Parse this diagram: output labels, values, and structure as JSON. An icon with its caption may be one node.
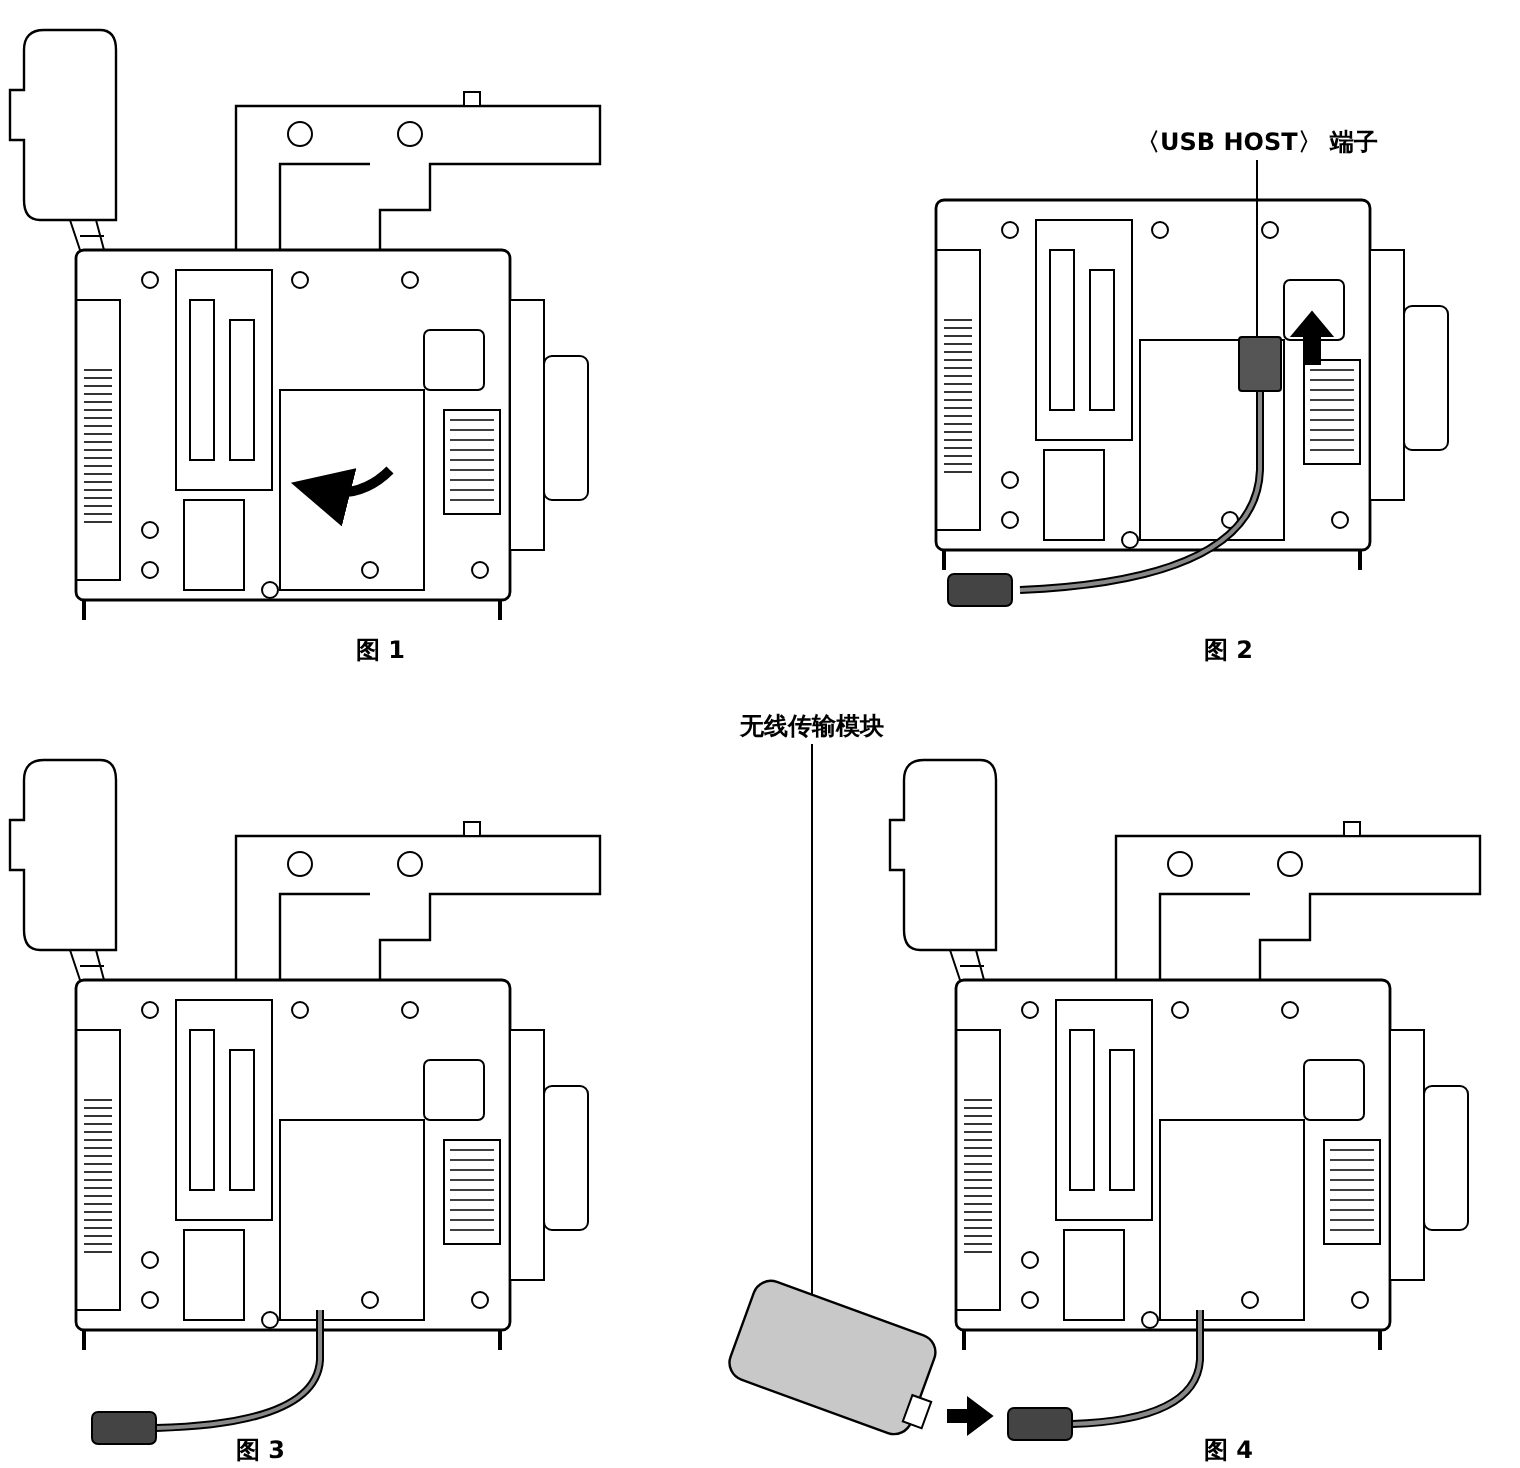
{
  "diagram": {
    "nodes": [
      {
        "text": [
          "〈USB HOST〉 端子"
        ]
      },
      {
        "text": [],
        "shape": "box"
      },
      {
        "text": [
          "无线传输模块"
        ]
      },
      {
        "text": [],
        "shape": "box"
      }
    ],
    "edges": [
      {
        "from": 0,
        "to": 1,
        "arrow": "none"
      },
      {
        "from": 2,
        "to": 3,
        "arrow": "none"
      }
    ],
    "labels": [
      "图 1",
      "图 2",
      "图 3",
      "图 4"
    ]
  }
}
